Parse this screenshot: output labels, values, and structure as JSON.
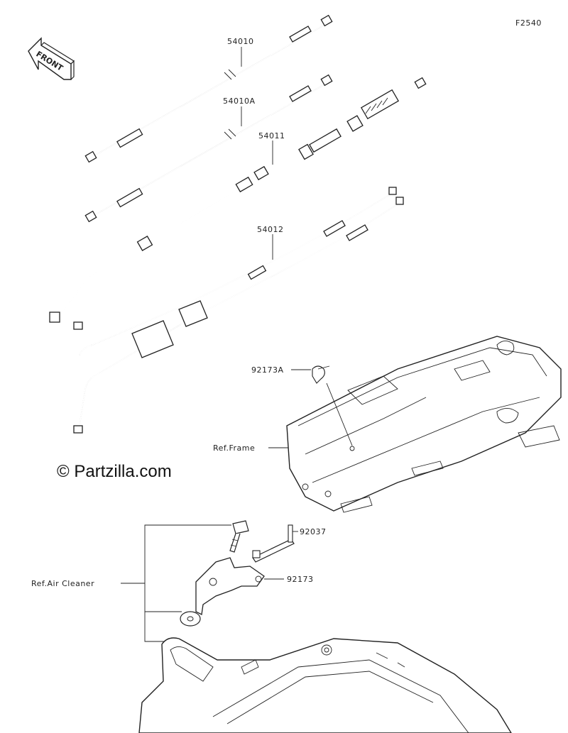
{
  "diagram": {
    "figure_code": "F2540",
    "front_label": "FRONT",
    "watermark": "© Partzilla.com",
    "parts": {
      "p54010": "54010",
      "p54010A": "54010A",
      "p54011": "54011",
      "p54012": "54012",
      "p92173A": "92173A",
      "p92037": "92037",
      "p92173": "92173"
    },
    "refs": {
      "frame": "Ref.Frame",
      "air_cleaner": "Ref.Air Cleaner"
    }
  }
}
